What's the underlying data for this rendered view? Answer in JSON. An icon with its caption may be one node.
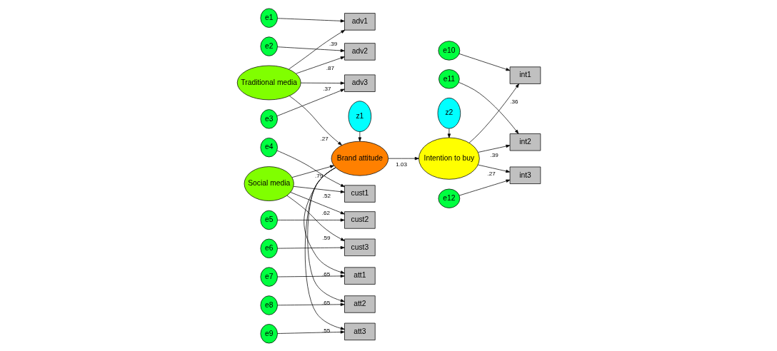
{
  "diagram": {
    "nodes": [
      {
        "text": [
          "e1"
        ]
      },
      {
        "text": [
          "adv1"
        ]
      },
      {
        "text": [
          "e2"
        ]
      },
      {
        "text": [
          "adv2"
        ]
      },
      {
        "text": [
          "e3"
        ]
      },
      {
        "text": [
          "adv3"
        ]
      },
      {
        "text": [
          "Traditional media"
        ]
      },
      {
        "text": [
          "e4"
        ]
      },
      {
        "text": [
          "cust1"
        ]
      },
      {
        "text": [
          "e5"
        ]
      },
      {
        "text": [
          "cust2"
        ]
      },
      {
        "text": [
          "e6"
        ]
      },
      {
        "text": [
          "cust3"
        ]
      },
      {
        "text": [
          "Social media"
        ]
      },
      {
        "text": [
          "e7"
        ]
      },
      {
        "text": [
          "e8"
        ]
      },
      {
        "text": [
          "e9"
        ]
      },
      {
        "text": [
          "att1"
        ]
      },
      {
        "text": [
          "att2"
        ]
      },
      {
        "text": [
          "att3"
        ]
      },
      {
        "text": [
          "Brand attitude"
        ]
      },
      {
        "text": [
          "z1"
        ]
      },
      {
        "text": [
          "Intention to buy"
        ]
      },
      {
        "text": [
          "z2"
        ]
      },
      {
        "text": [
          "int1"
        ]
      },
      {
        "text": [
          "e10"
        ]
      },
      {
        "text": [
          "int2"
        ]
      },
      {
        "text": [
          "e11"
        ]
      },
      {
        "text": [
          "int3"
        ]
      },
      {
        "text": [
          "e12"
        ]
      }
    ],
    "edges": [
      {
        "from": 0,
        "to": 1,
        "arrow": "to"
      },
      {
        "from": 2,
        "to": 3,
        "arrow": "to"
      },
      {
        "from": 4,
        "to": 5,
        "arrow": "to"
      },
      {
        "from": 6,
        "to": 1,
        "arrow": "to",
        "label": ".39"
      },
      {
        "from": 6,
        "to": 3,
        "arrow": "to",
        "label": ".87"
      },
      {
        "from": 6,
        "to": 5,
        "arrow": "to",
        "label": ".37"
      },
      {
        "from": 7,
        "to": 8,
        "arrow": "to"
      },
      {
        "from": 9,
        "to": 10,
        "arrow": "to"
      },
      {
        "from": 11,
        "to": 12,
        "arrow": "to"
      },
      {
        "from": 13,
        "to": 8,
        "arrow": "to",
        "label": ".52"
      },
      {
        "from": 13,
        "to": 10,
        "arrow": "to",
        "label": ".62"
      },
      {
        "from": 13,
        "to": 12,
        "arrow": "to",
        "label": ".59"
      },
      {
        "from": 6,
        "to": 20,
        "arrow": "to",
        "label": ".27"
      },
      {
        "from": 13,
        "to": 20,
        "arrow": "to",
        "label": ".79"
      },
      {
        "from": 14,
        "to": 17,
        "arrow": "to"
      },
      {
        "from": 15,
        "to": 18,
        "arrow": "to"
      },
      {
        "from": 16,
        "to": 19,
        "arrow": "to"
      },
      {
        "from": 20,
        "to": 17,
        "arrow": "to",
        "label": ".65"
      },
      {
        "from": 20,
        "to": 18,
        "arrow": "to",
        "label": ".65"
      },
      {
        "from": 20,
        "to": 19,
        "arrow": "to",
        "label": ".55"
      },
      {
        "from": 21,
        "to": 20,
        "arrow": "to"
      },
      {
        "from": 20,
        "to": 22,
        "arrow": "to",
        "label": "1.03"
      },
      {
        "from": 23,
        "to": 22,
        "arrow": "to"
      },
      {
        "from": 22,
        "to": 24,
        "arrow": "to",
        "label": ".36"
      },
      {
        "from": 22,
        "to": 26,
        "arrow": "to",
        "label": ".39"
      },
      {
        "from": 22,
        "to": 28,
        "arrow": "to",
        "label": ".27"
      },
      {
        "from": 25,
        "to": 24,
        "arrow": "to"
      },
      {
        "from": 27,
        "to": 26,
        "arrow": "to"
      },
      {
        "from": 29,
        "to": 28,
        "arrow": "to"
      }
    ]
  }
}
